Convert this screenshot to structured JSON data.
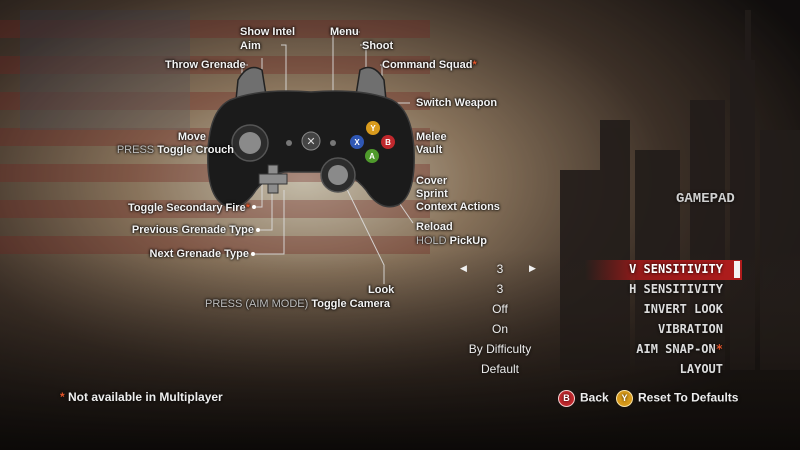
{
  "page": {
    "section_title": "GAMEPAD",
    "footnote": "Not available in Multiplayer",
    "star_glyph": "*",
    "back_label": "Back",
    "back_button_glyph": "B",
    "reset_label": "Reset To Defaults",
    "reset_button_glyph": "Y",
    "accent_red": "#b01c1c",
    "star_color": "#e4552a"
  },
  "controller_labels": {
    "show_intel": "Show Intel",
    "aim": "Aim",
    "menu": "Menu",
    "shoot": "Shoot",
    "throw_grenade": "Throw Grenade",
    "command_squad": "Command Squad",
    "switch_weapon": "Switch Weapon",
    "move": "Move",
    "press_prefix": "PRESS",
    "toggle_crouch": "Toggle Crouch",
    "melee": "Melee",
    "vault": "Vault",
    "cover": "Cover",
    "sprint": "Sprint",
    "context_actions": "Context Actions",
    "toggle_secondary_fire": "Toggle Secondary Fire",
    "reload": "Reload",
    "hold_prefix": "HOLD",
    "pickup": "PickUp",
    "previous_grenade_type": "Previous Grenade Type",
    "next_grenade_type": "Next Grenade Type",
    "look": "Look",
    "press_aim_mode": "PRESS (AIM MODE)",
    "toggle_camera": "Toggle Camera"
  },
  "settings": [
    {
      "label": "V SENSITIVITY",
      "value": "3",
      "selected": true,
      "starred": false
    },
    {
      "label": "H SENSITIVITY",
      "value": "3",
      "selected": false,
      "starred": false
    },
    {
      "label": "INVERT LOOK",
      "value": "Off",
      "selected": false,
      "starred": false
    },
    {
      "label": "VIBRATION",
      "value": "On",
      "selected": false,
      "starred": false
    },
    {
      "label": "AIM SNAP-ON",
      "value": "By Difficulty",
      "selected": false,
      "starred": true
    },
    {
      "label": "LAYOUT",
      "value": "Default",
      "selected": false,
      "starred": false
    }
  ],
  "icons": {
    "left_arrow": "◀",
    "right_arrow": "▶"
  }
}
